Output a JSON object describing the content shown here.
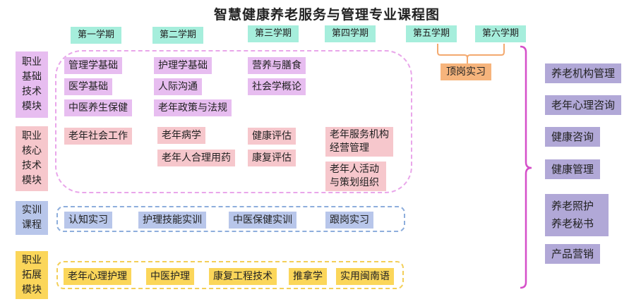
{
  "title": "智慧健康养老服务与管理专业课程图",
  "colors": {
    "semester_bg": "#a6eedc",
    "foundation": "#e7bdf0",
    "core": "#f6c7cc",
    "training": "#b8c6ea",
    "extension": "#fbd65a",
    "internship": "#f6b47c",
    "careers": "#b1a8d7",
    "brace": "#d54fc9"
  },
  "semesters": [
    "第一学期",
    "第二学期",
    "第三学期",
    "第四学期",
    "第五学期",
    "第六学期"
  ],
  "modules": {
    "foundation": "职业基础技术模块",
    "core": "职业核心技术模块",
    "training": "实训课程",
    "extension": "职业拓展模块"
  },
  "foundation_courses": [
    "管理学基础",
    "医学基础",
    "中医养生保健",
    "护理学基础",
    "人际沟通",
    "老年政策与法规",
    "营养与膳食",
    "社会学概论"
  ],
  "core_courses": [
    "老年社会工作",
    "老年病学",
    "老年人合理用药",
    "健康评估",
    "康复评估",
    "老年服务机构经营管理",
    "老年人活动与策划组织"
  ],
  "training_courses": [
    "认知实习",
    "护理技能实训",
    "中医保健实训",
    "跟岗实习"
  ],
  "extension_courses": [
    "老年心理护理",
    "中医护理",
    "康复工程技术",
    "推拿学",
    "实用闽南语"
  ],
  "internship": "顶岗实习",
  "careers": [
    "养老机构管理",
    "老年心理咨询",
    "健康咨询",
    "健康管理",
    "养老照护",
    "养老秘书",
    "产品营销"
  ]
}
